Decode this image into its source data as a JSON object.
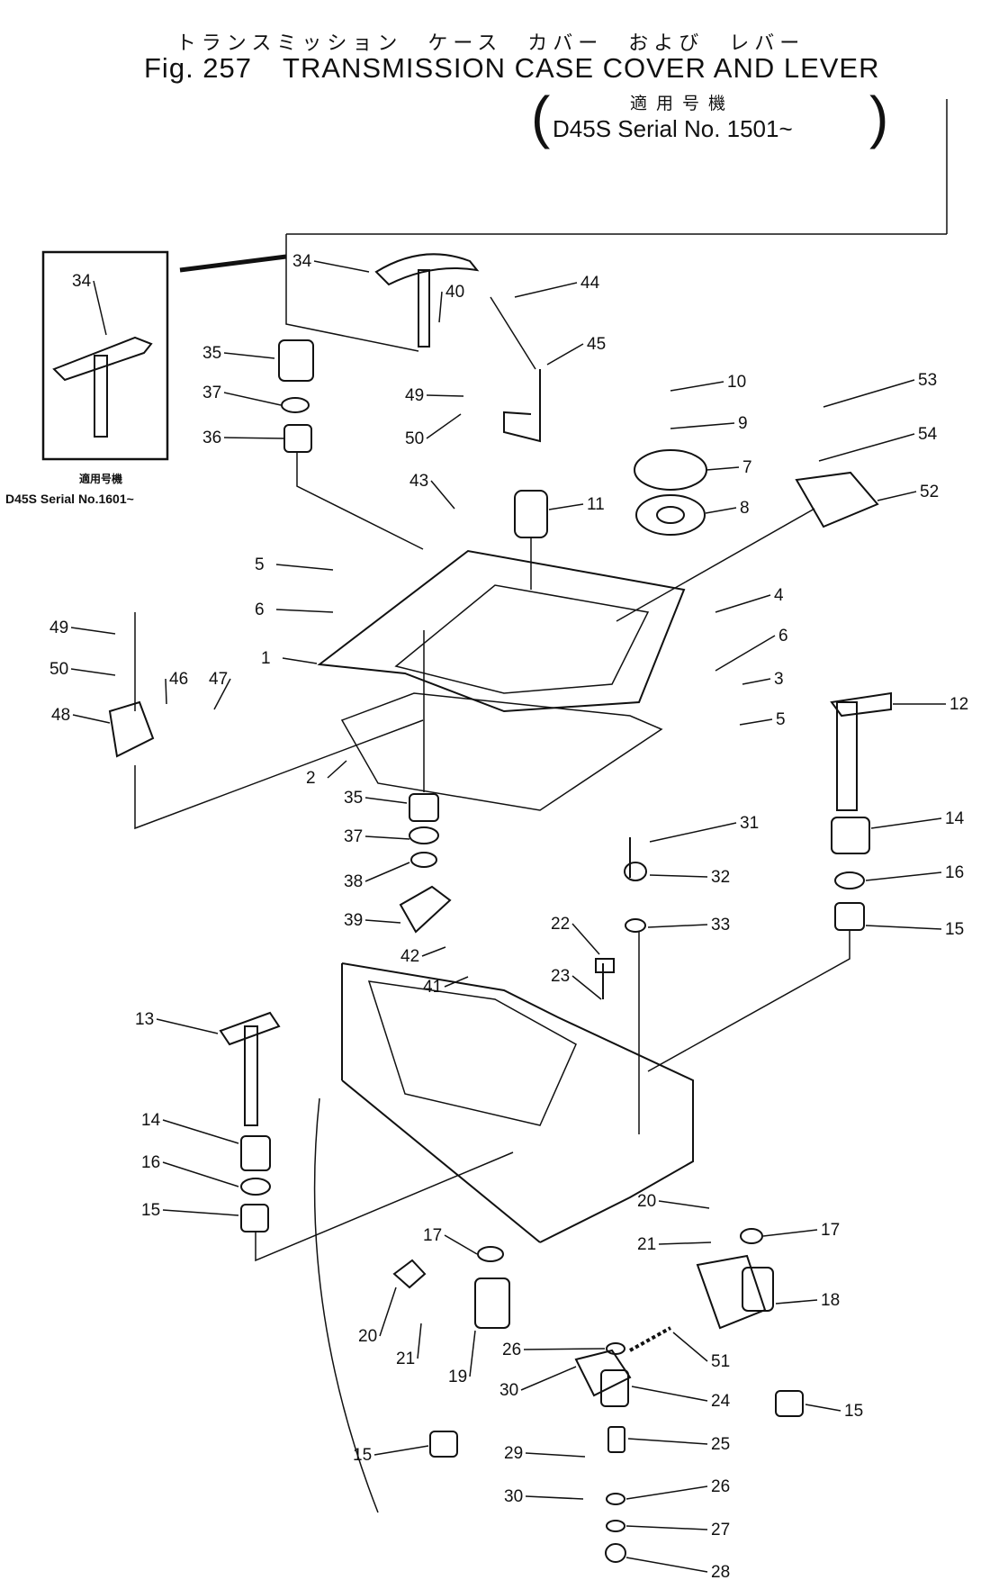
{
  "header": {
    "title_japanese": "トランスミッション　ケース　カバー　および　レバー",
    "fig_label": "Fig. 257",
    "title": "TRANSMISSION CASE COVER AND LEVER",
    "applicable_japanese": "適用号機",
    "serial": "D45S Serial No. 1501~"
  },
  "inset": {
    "caption_japanese": "適用号機",
    "caption": "D45S Serial No.1601~"
  },
  "callouts": [
    {
      "id": "34",
      "n": "34"
    },
    {
      "id": "35",
      "n": "35"
    },
    {
      "id": "37",
      "n": "37"
    },
    {
      "id": "36",
      "n": "36"
    },
    {
      "id": "34b",
      "n": "34"
    },
    {
      "id": "40",
      "n": "40"
    },
    {
      "id": "44",
      "n": "44"
    },
    {
      "id": "45",
      "n": "45"
    },
    {
      "id": "49",
      "n": "49"
    },
    {
      "id": "50",
      "n": "50"
    },
    {
      "id": "10",
      "n": "10"
    },
    {
      "id": "9",
      "n": "9"
    },
    {
      "id": "53",
      "n": "53"
    },
    {
      "id": "54",
      "n": "54"
    },
    {
      "id": "7",
      "n": "7"
    },
    {
      "id": "8",
      "n": "8"
    },
    {
      "id": "52",
      "n": "52"
    },
    {
      "id": "43",
      "n": "43"
    },
    {
      "id": "11",
      "n": "11"
    },
    {
      "id": "5",
      "n": "5"
    },
    {
      "id": "6",
      "n": "6"
    },
    {
      "id": "4",
      "n": "4"
    },
    {
      "id": "6b",
      "n": "6"
    },
    {
      "id": "3",
      "n": "3"
    },
    {
      "id": "5b",
      "n": "5"
    },
    {
      "id": "1",
      "n": "1"
    },
    {
      "id": "49b",
      "n": "49"
    },
    {
      "id": "50b",
      "n": "50"
    },
    {
      "id": "46",
      "n": "46"
    },
    {
      "id": "47",
      "n": "47"
    },
    {
      "id": "48",
      "n": "48"
    },
    {
      "id": "12",
      "n": "12"
    },
    {
      "id": "2",
      "n": "2"
    },
    {
      "id": "35b",
      "n": "35"
    },
    {
      "id": "37b",
      "n": "37"
    },
    {
      "id": "38",
      "n": "38"
    },
    {
      "id": "39",
      "n": "39"
    },
    {
      "id": "42",
      "n": "42"
    },
    {
      "id": "41",
      "n": "41"
    },
    {
      "id": "31",
      "n": "31"
    },
    {
      "id": "32",
      "n": "32"
    },
    {
      "id": "33",
      "n": "33"
    },
    {
      "id": "14",
      "n": "14"
    },
    {
      "id": "16",
      "n": "16"
    },
    {
      "id": "15",
      "n": "15"
    },
    {
      "id": "22",
      "n": "22"
    },
    {
      "id": "23",
      "n": "23"
    },
    {
      "id": "13",
      "n": "13"
    },
    {
      "id": "14b",
      "n": "14"
    },
    {
      "id": "16b",
      "n": "16"
    },
    {
      "id": "15b",
      "n": "15"
    },
    {
      "id": "20",
      "n": "20"
    },
    {
      "id": "21",
      "n": "21"
    },
    {
      "id": "17",
      "n": "17"
    },
    {
      "id": "17b",
      "n": "17"
    },
    {
      "id": "18",
      "n": "18"
    },
    {
      "id": "20b",
      "n": "20"
    },
    {
      "id": "21b",
      "n": "21"
    },
    {
      "id": "19",
      "n": "19"
    },
    {
      "id": "26",
      "n": "26"
    },
    {
      "id": "51",
      "n": "51"
    },
    {
      "id": "30",
      "n": "30"
    },
    {
      "id": "24",
      "n": "24"
    },
    {
      "id": "15c",
      "n": "15"
    },
    {
      "id": "15d",
      "n": "15"
    },
    {
      "id": "29",
      "n": "29"
    },
    {
      "id": "25",
      "n": "25"
    },
    {
      "id": "30b",
      "n": "30"
    },
    {
      "id": "26b",
      "n": "26"
    },
    {
      "id": "27",
      "n": "27"
    },
    {
      "id": "28",
      "n": "28"
    }
  ]
}
